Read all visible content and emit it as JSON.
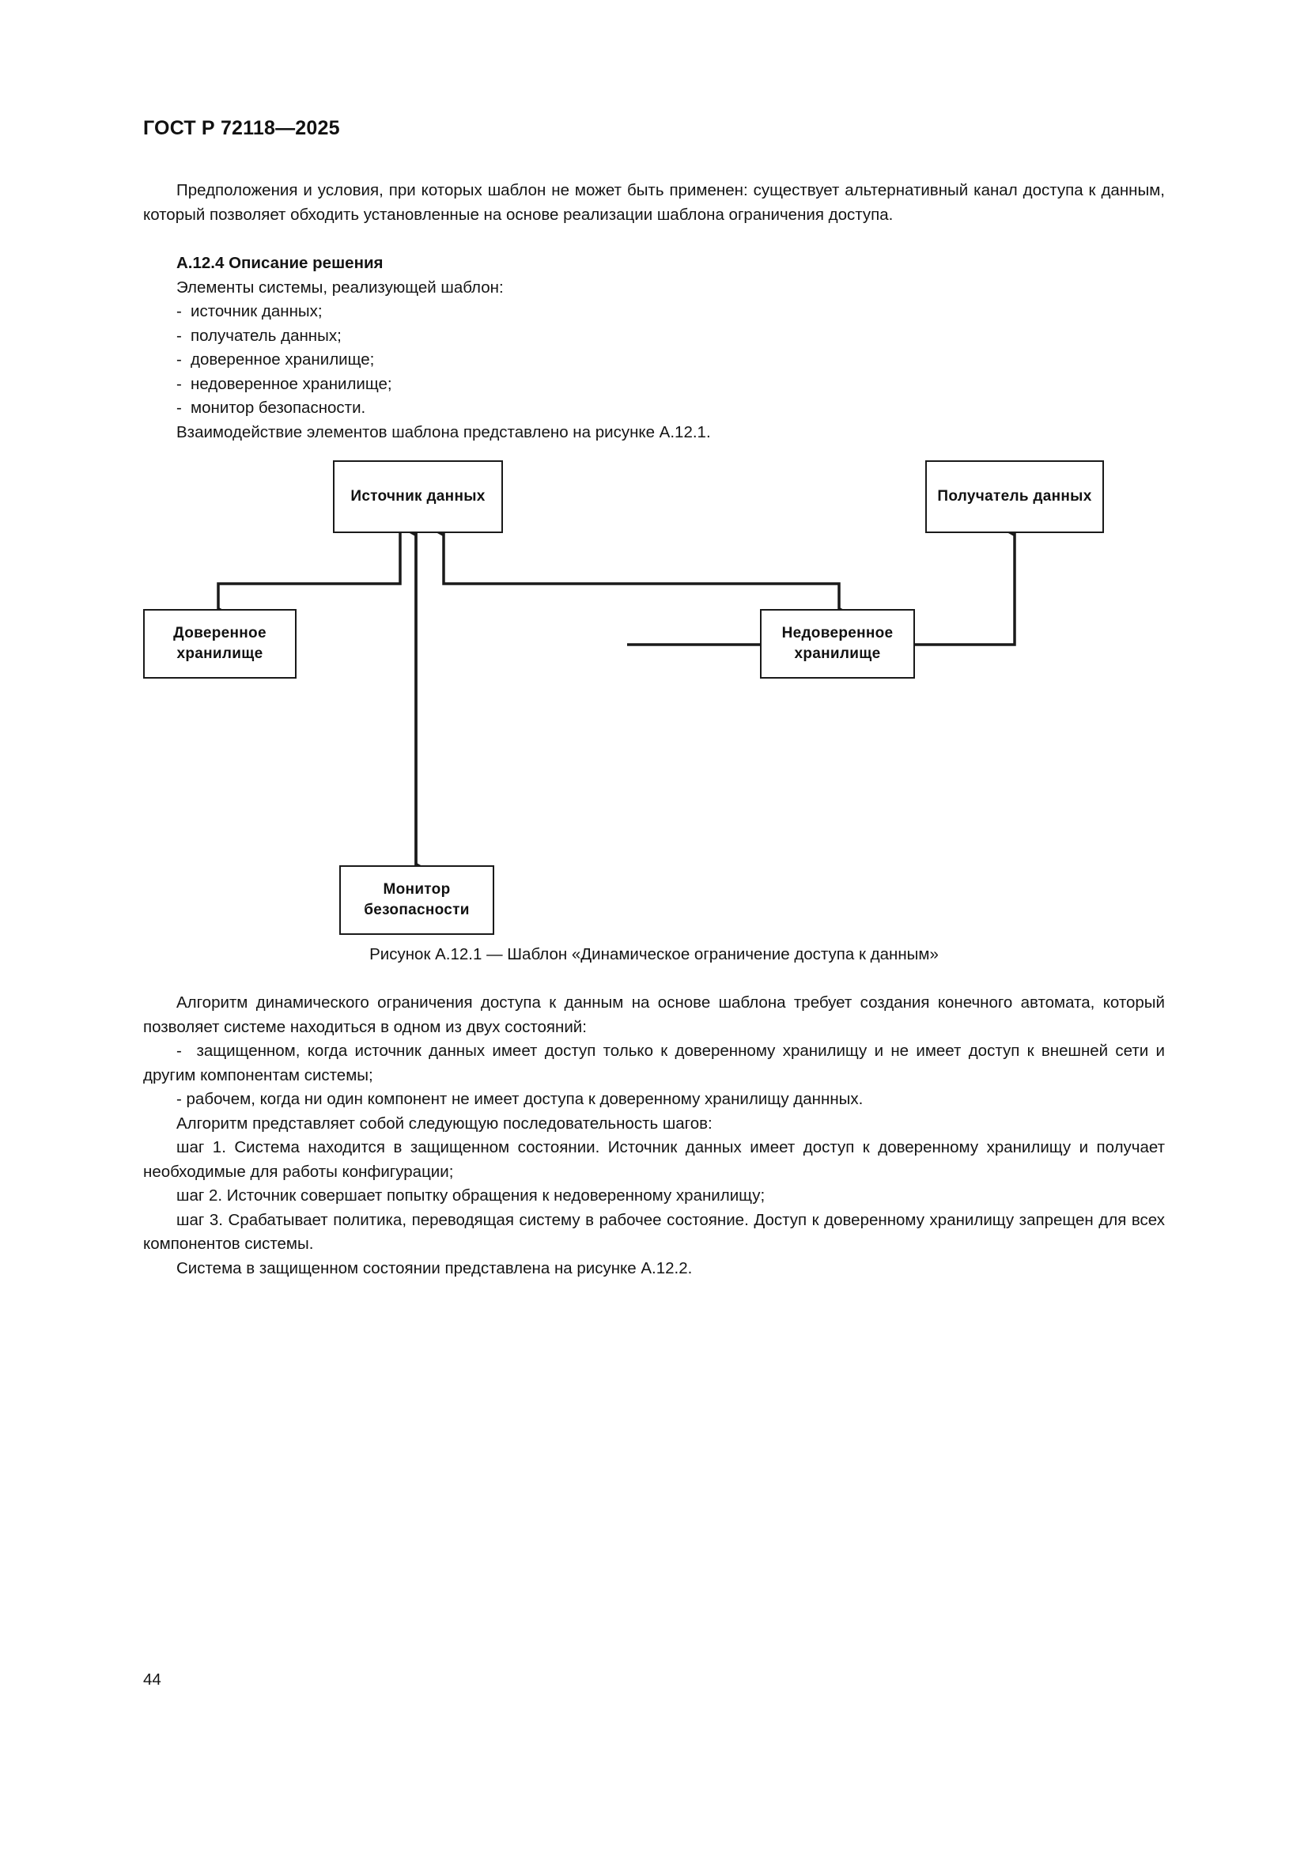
{
  "header": {
    "standard_title": "ГОСТ Р 72118—2025"
  },
  "intro": {
    "para1": "Предположения и условия, при которых шаблон не может быть применен: существует альтернативный канал доступа к данным, который позволяет обходить установленные на основе реализации шаблона ограничения доступа."
  },
  "section": {
    "heading": "А.12.4 Описание решения",
    "lead_in": "Элементы системы, реализующей шаблон:",
    "items": [
      "источник данных;",
      "получатель данных;",
      "доверенное хранилище;",
      "недоверенное хранилище;",
      "монитор безопасности."
    ],
    "after_list": "Взаимодействие элементов шаблона представлено на рисунке А.12.1.",
    "dash": "-"
  },
  "figure": {
    "caption": "Рисунок А.12.1 — Шаблон «Динамическое ограничение доступа к данным»",
    "nodes": {
      "source": "Источник  данных",
      "receiver": "Получатель  данных",
      "trusted_line1": "Доверенное",
      "trusted_line2": "хранилище",
      "untrusted_line1": "Недоверенное",
      "untrusted_line2": "хранилище",
      "monitor_line1": "Монитор",
      "monitor_line2": "безопасности"
    },
    "stroke_color": "#1a1a1a"
  },
  "algorithm": {
    "para_intro": "Алгоритм динамического ограничения доступа к данным на основе шаблона требует создания конечного автомата, который позволяет системе находиться в одном из двух состояний:",
    "state_protected": "защищенном, когда источник данных имеет доступ только к доверенному хранилищу и не имеет доступ к внешней сети и другим компонентам системы;",
    "state_working": "рабочем, когда ни один компонент не имеет доступа к доверенному хранилищу даннных.",
    "steps_lead_in": "Алгоритм представляет собой следующую последовательность шагов:",
    "step1": "шаг 1. Система находится в защищенном состоянии. Источник данных имеет доступ к доверенному хранилищу и получает необходимые для работы конфигурации;",
    "step2": "шаг 2. Источник совершает попытку обращения к недоверенному хранилищу;",
    "step3": "шаг 3. Срабатывает политика, переводящая систему в рабочее состояние. Доступ к доверенному хранилищу запрещен для всех компонентов системы.",
    "closing": "Система в защищенном состоянии представлена на рисунке А.12.2.",
    "dash": "-"
  },
  "footer": {
    "page_number": "44"
  }
}
